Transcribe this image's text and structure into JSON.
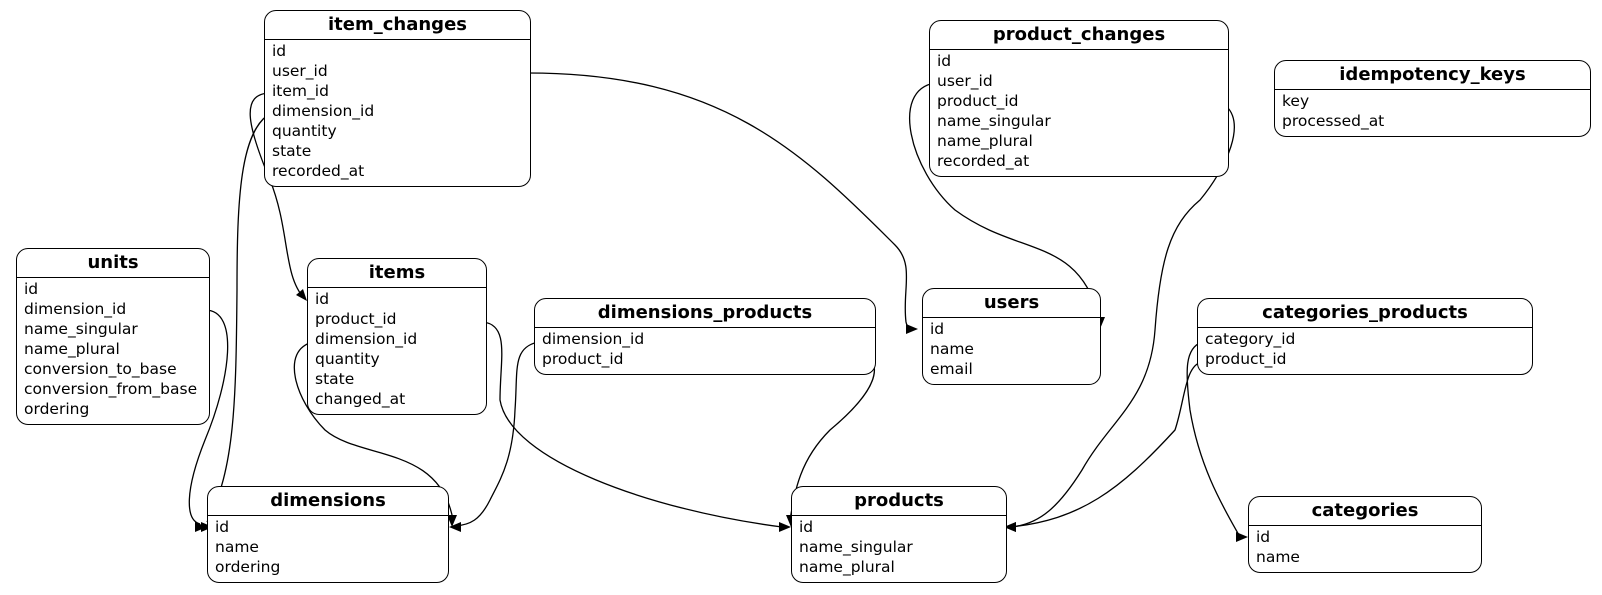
{
  "tables": [
    {
      "id": "item_changes",
      "title": "item_changes",
      "fields": [
        "id",
        "user_id",
        "item_id",
        "dimension_id",
        "quantity",
        "state",
        "recorded_at"
      ]
    },
    {
      "id": "product_changes",
      "title": "product_changes",
      "fields": [
        "id",
        "user_id",
        "product_id",
        "name_singular",
        "name_plural",
        "recorded_at"
      ]
    },
    {
      "id": "idempotency_keys",
      "title": "idempotency_keys",
      "fields": [
        "key",
        "processed_at"
      ]
    },
    {
      "id": "units",
      "title": "units",
      "fields": [
        "id",
        "dimension_id",
        "name_singular",
        "name_plural",
        "conversion_to_base",
        "conversion_from_base",
        "ordering"
      ]
    },
    {
      "id": "items",
      "title": "items",
      "fields": [
        "id",
        "product_id",
        "dimension_id",
        "quantity",
        "state",
        "changed_at"
      ]
    },
    {
      "id": "dimensions_products",
      "title": "dimensions_products",
      "fields": [
        "dimension_id",
        "product_id"
      ]
    },
    {
      "id": "users",
      "title": "users",
      "fields": [
        "id",
        "name",
        "email"
      ]
    },
    {
      "id": "categories_products",
      "title": "categories_products",
      "fields": [
        "category_id",
        "product_id"
      ]
    },
    {
      "id": "dimensions",
      "title": "dimensions",
      "fields": [
        "id",
        "name",
        "ordering"
      ]
    },
    {
      "id": "products",
      "title": "products",
      "fields": [
        "id",
        "name_singular",
        "name_plural"
      ]
    },
    {
      "id": "categories",
      "title": "categories",
      "fields": [
        "id",
        "name"
      ]
    }
  ],
  "relationships": [
    {
      "from": "item_changes.user_id",
      "to": "users.id"
    },
    {
      "from": "item_changes.item_id",
      "to": "items.id"
    },
    {
      "from": "item_changes.dimension_id",
      "to": "dimensions.id"
    },
    {
      "from": "product_changes.user_id",
      "to": "users.id"
    },
    {
      "from": "product_changes.product_id",
      "to": "products.id"
    },
    {
      "from": "units.dimension_id",
      "to": "dimensions.id"
    },
    {
      "from": "items.product_id",
      "to": "products.id"
    },
    {
      "from": "items.dimension_id",
      "to": "dimensions.id"
    },
    {
      "from": "dimensions_products.dimension_id",
      "to": "dimensions.id"
    },
    {
      "from": "dimensions_products.product_id",
      "to": "products.id"
    },
    {
      "from": "categories_products.category_id",
      "to": "categories.id"
    },
    {
      "from": "categories_products.product_id",
      "to": "products.id"
    }
  ]
}
